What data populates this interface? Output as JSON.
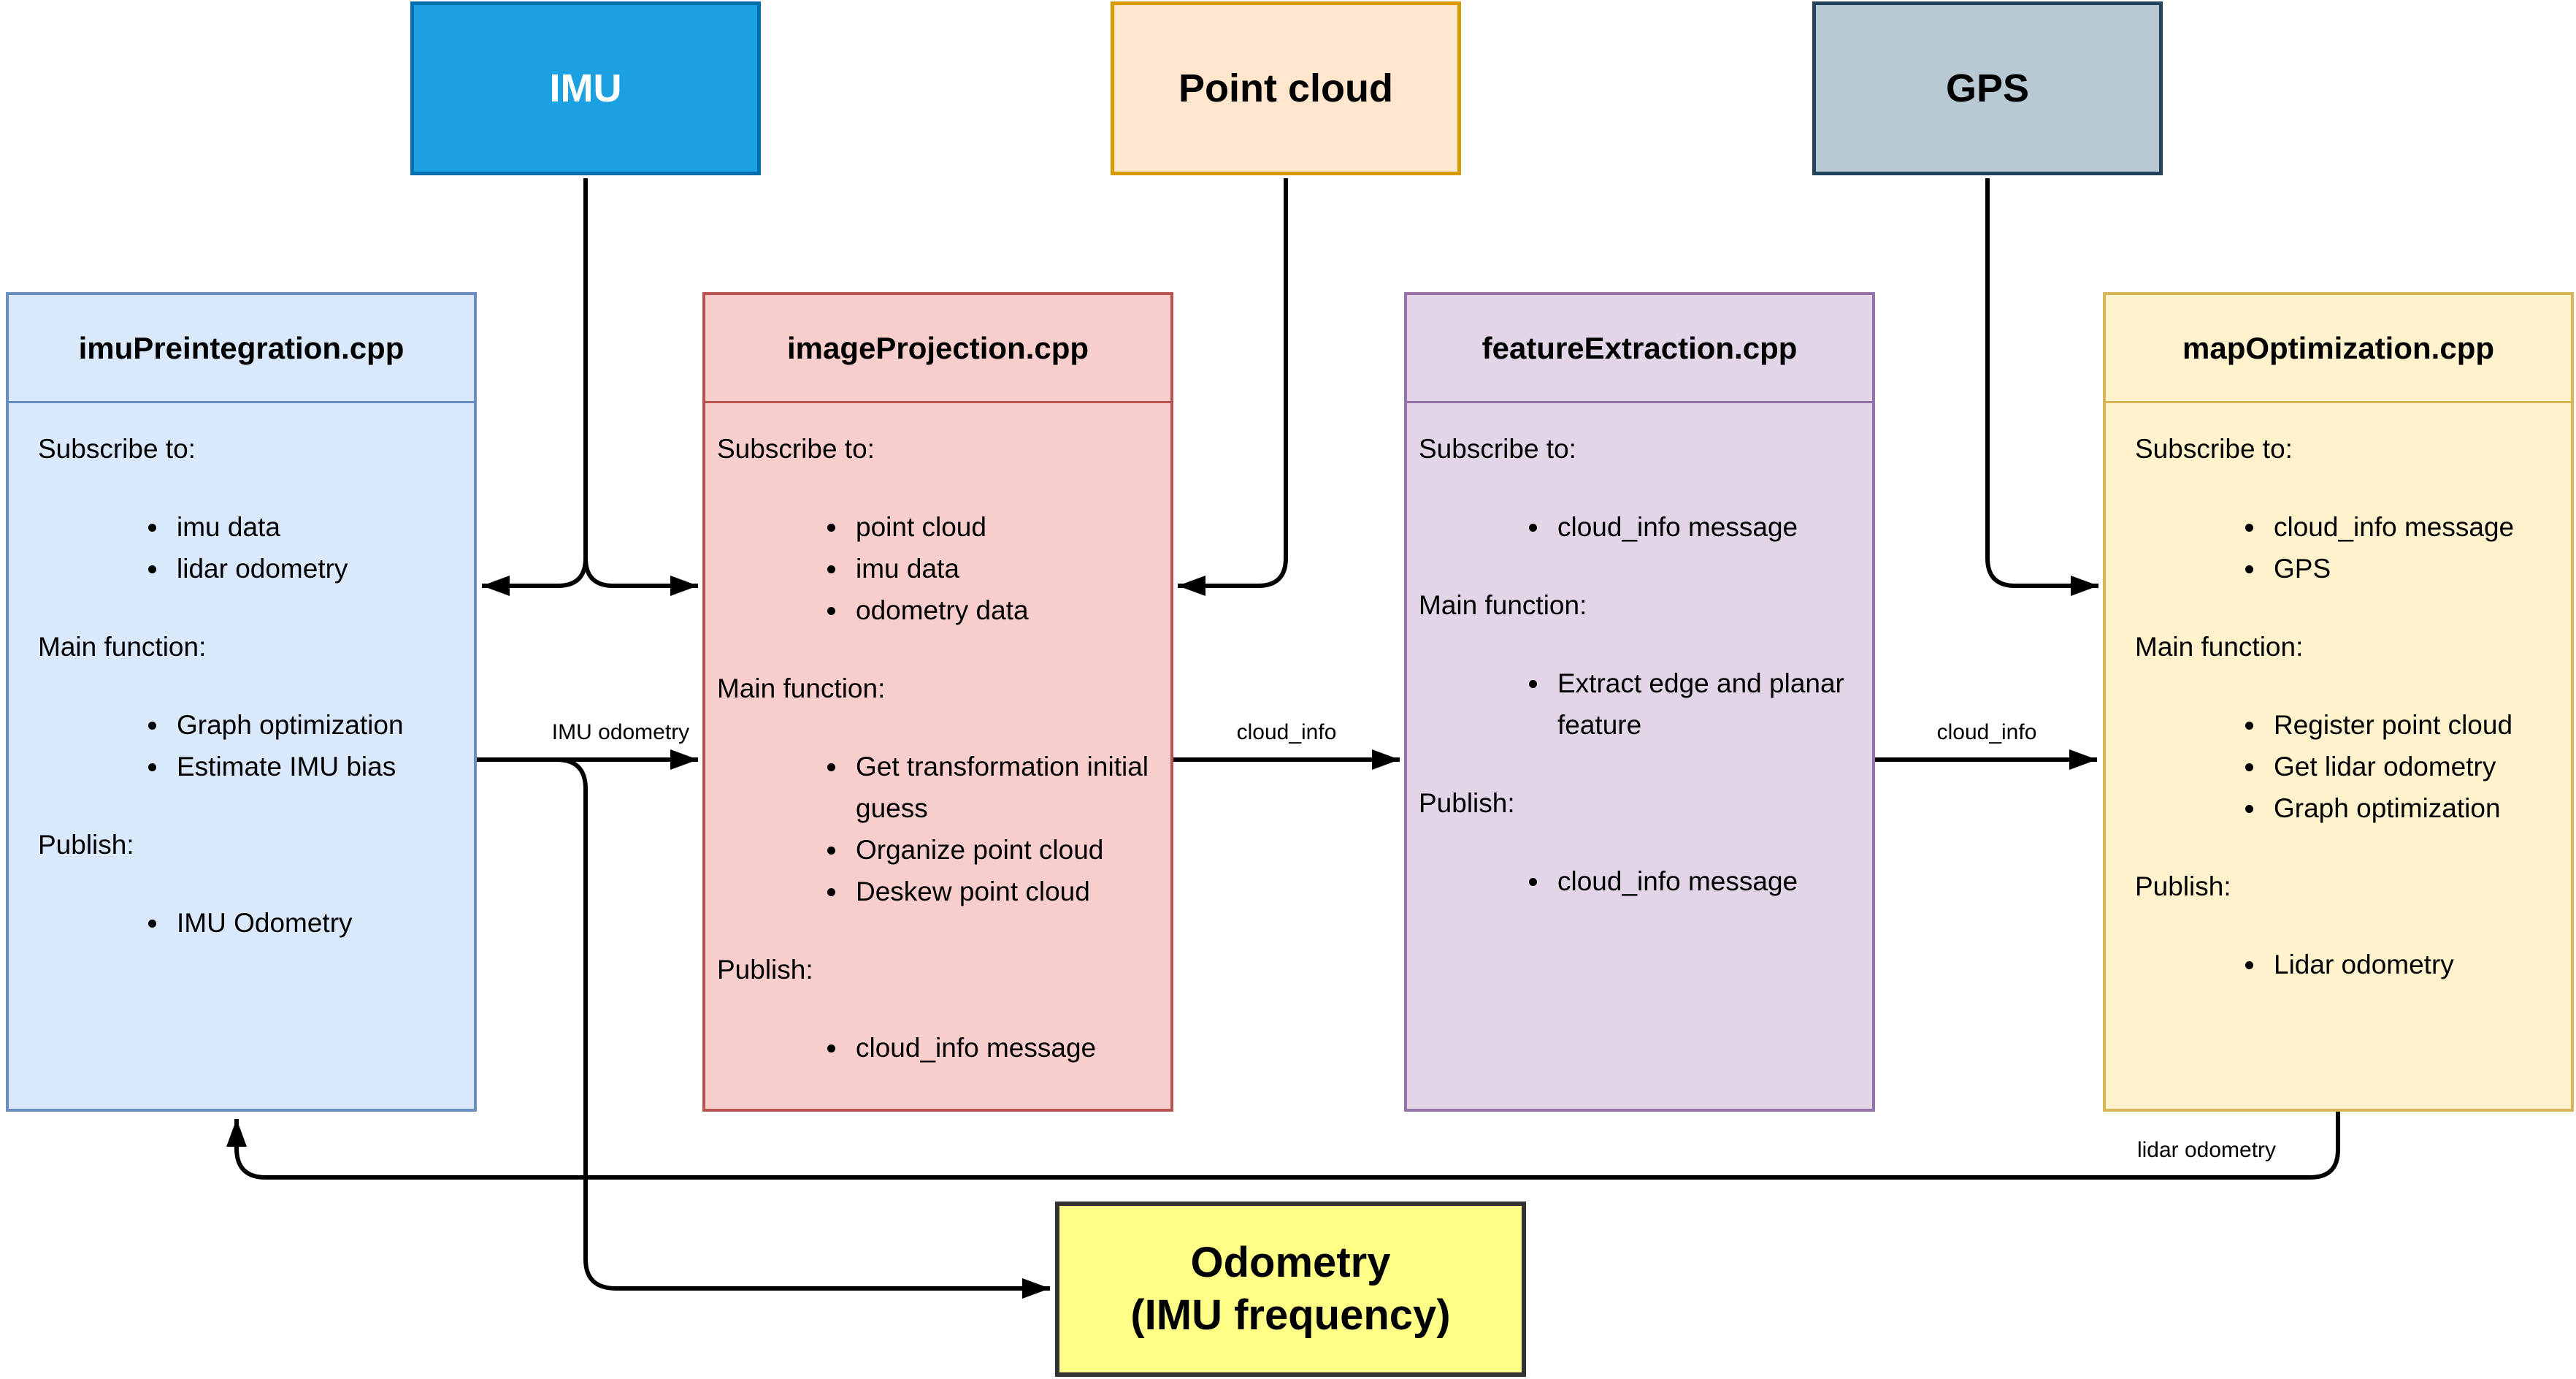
{
  "sources": [
    {
      "id": "imu",
      "label": "IMU"
    },
    {
      "id": "point_cloud",
      "label": "Point cloud"
    },
    {
      "id": "gps",
      "label": "GPS"
    }
  ],
  "modules": [
    {
      "title": "imuPreintegration.cpp",
      "sections": [
        {
          "heading": "Subscribe to:",
          "items": [
            "imu data",
            "lidar odometry"
          ]
        },
        {
          "heading": "Main function:",
          "items": [
            "Graph optimization",
            "Estimate IMU bias"
          ]
        },
        {
          "heading": "Publish:",
          "items": [
            "IMU Odometry"
          ]
        }
      ]
    },
    {
      "title": "imageProjection.cpp",
      "sections": [
        {
          "heading": "Subscribe to:",
          "items": [
            "point cloud",
            "imu data",
            "odometry data"
          ]
        },
        {
          "heading": "Main function:",
          "items": [
            "Get transformation initial guess",
            "Organize point cloud",
            "Deskew point cloud"
          ]
        },
        {
          "heading": "Publish:",
          "items": [
            "cloud_info message"
          ]
        }
      ]
    },
    {
      "title": "featureExtraction.cpp",
      "sections": [
        {
          "heading": "Subscribe to:",
          "items": [
            "cloud_info message"
          ]
        },
        {
          "heading": "Main function:",
          "items": [
            "Extract edge and planar feature"
          ]
        },
        {
          "heading": "Publish:",
          "items": [
            "cloud_info message"
          ]
        }
      ]
    },
    {
      "title": "mapOptimization.cpp",
      "sections": [
        {
          "heading": "Subscribe to:",
          "items": [
            "cloud_info message",
            "GPS"
          ]
        },
        {
          "heading": "Main function:",
          "items": [
            "Register point cloud",
            "Get lidar odometry",
            "Graph optimization"
          ]
        },
        {
          "heading": "Publish:",
          "items": [
            "Lidar odometry"
          ]
        }
      ]
    }
  ],
  "sink": {
    "line1": "Odometry",
    "line2": "(IMU frequency)"
  },
  "edge_labels": {
    "imu_odometry": "IMU odometry",
    "cloud_info_1": "cloud_info",
    "cloud_info_2": "cloud_info",
    "lidar_odometry": "lidar odometry"
  },
  "colors": {
    "imu_fill": "#1BA1E2",
    "imu_stroke": "#006EAF",
    "imu_text": "#FFFFFF",
    "point_cloud_fill": "#FFE6CC",
    "point_cloud_stroke": "#D79B00",
    "gps_fill": "#B8C9D4",
    "gps_stroke": "#23445C",
    "imupreintegration_fill": "#DAE8FC",
    "imupreintegration_stroke": "#6C8EBF",
    "imageprojection_fill": "#F8CECC",
    "imageprojection_stroke": "#B85450",
    "featureextraction_fill": "#E1D5E7",
    "featureextraction_stroke": "#9673A6",
    "mapoptimization_fill": "#FFF2CC",
    "mapoptimization_stroke": "#D6B656",
    "odometry_fill": "#FFFF88",
    "odometry_stroke": "#333333",
    "edge_stroke": "#000000"
  }
}
